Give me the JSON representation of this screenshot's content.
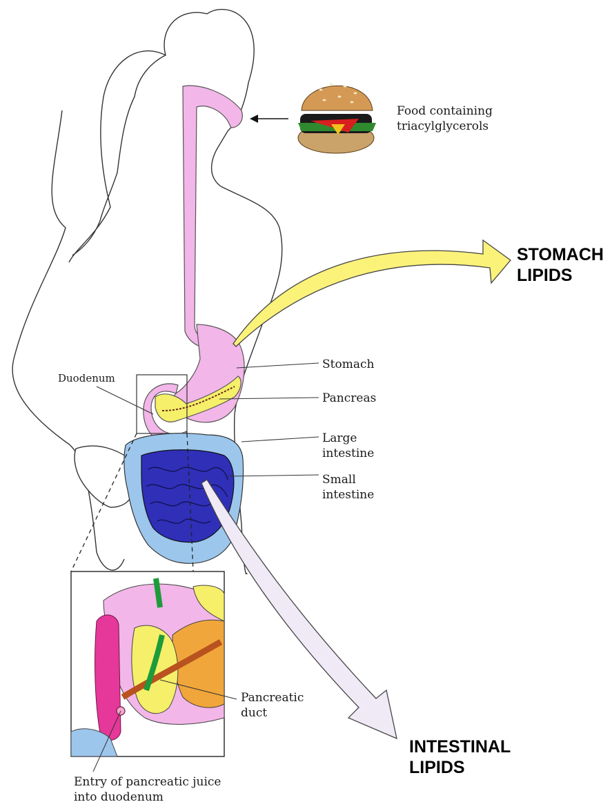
{
  "labels": {
    "food": "Food containing\ntriacylglycerols",
    "stomach_lipids": "STOMACH\nLIPIDS",
    "duodenum": "Duodenum",
    "stomach": "Stomach",
    "pancreas": "Pancreas",
    "large_intestine": "Large\nintestine",
    "small_intestine": "Small\nintestine",
    "pancreatic_duct": "Pancreatic\nduct",
    "intestinal_lipids": "INTESTINAL\nLIPIDS",
    "entry": "Entry of pancreatic juice\ninto duodenum"
  },
  "colors": {
    "gi_tract": "#f2b6e8",
    "pancreas": "#f5ef6a",
    "large_intestine": "#9cc6ec",
    "small_intestine": "#2f2fb8",
    "stomach_arrow": "#fbf27a",
    "intestinal_arrow": "#f0eaf6",
    "duct": "#b8521f",
    "green": "#1d9b3a",
    "orange": "#f0a63a",
    "magenta": "#e6379a"
  }
}
